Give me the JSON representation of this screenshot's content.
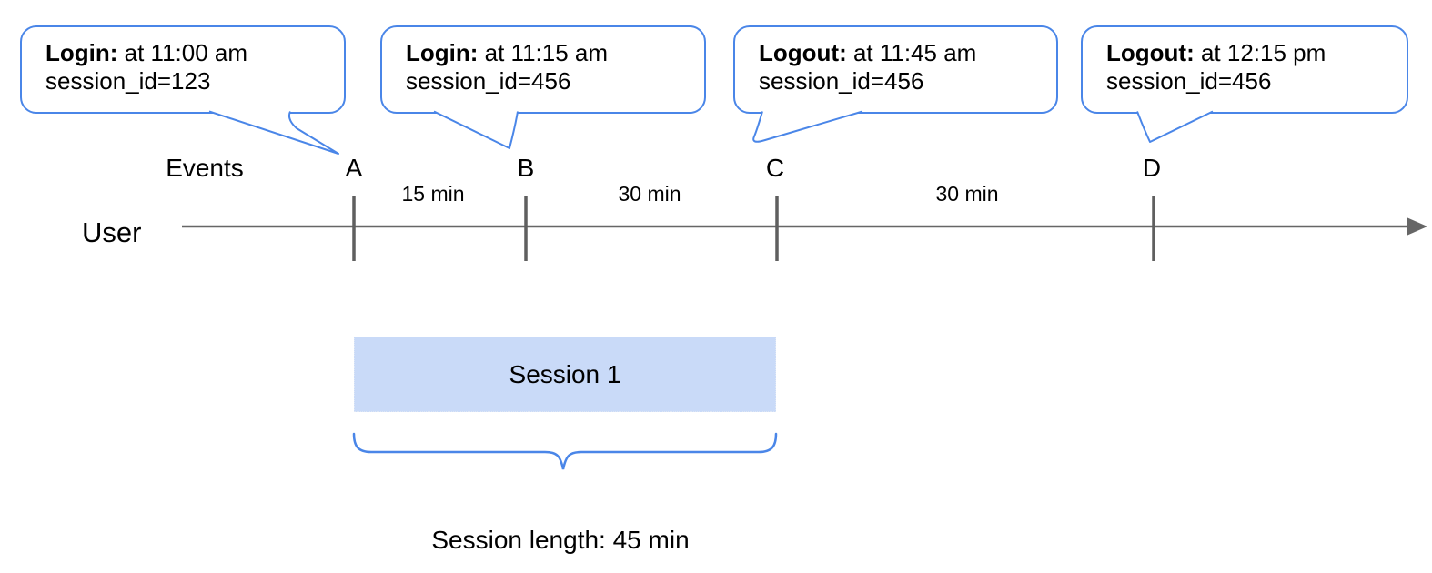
{
  "colors": {
    "accent_blue": "#4a86e8",
    "session_bar_fill": "#c9daf8",
    "timeline_gray": "#666666",
    "tick_gray": "#5f5f5f",
    "text": "#000000"
  },
  "callouts": [
    {
      "event": "A",
      "bold": "Login:",
      "text": " at 11:00 am",
      "line2": "session_id=123"
    },
    {
      "event": "B",
      "bold": "Login:",
      "text": " at 11:15 am",
      "line2": "session_id=456"
    },
    {
      "event": "C",
      "bold": "Logout:",
      "text": " at 11:45 am",
      "line2": "session_id=456"
    },
    {
      "event": "D",
      "bold": "Logout:",
      "text": " at 12:15 pm",
      "line2": "session_id=456"
    }
  ],
  "timeline": {
    "row_label": "User",
    "events_label": "Events",
    "event_marks": [
      "A",
      "B",
      "C",
      "D"
    ],
    "intervals": [
      {
        "label": "15 min"
      },
      {
        "label": "30 min"
      },
      {
        "label": "30 min"
      }
    ]
  },
  "session": {
    "bar_label": "Session 1",
    "length_label": "Session length: 45 min"
  }
}
